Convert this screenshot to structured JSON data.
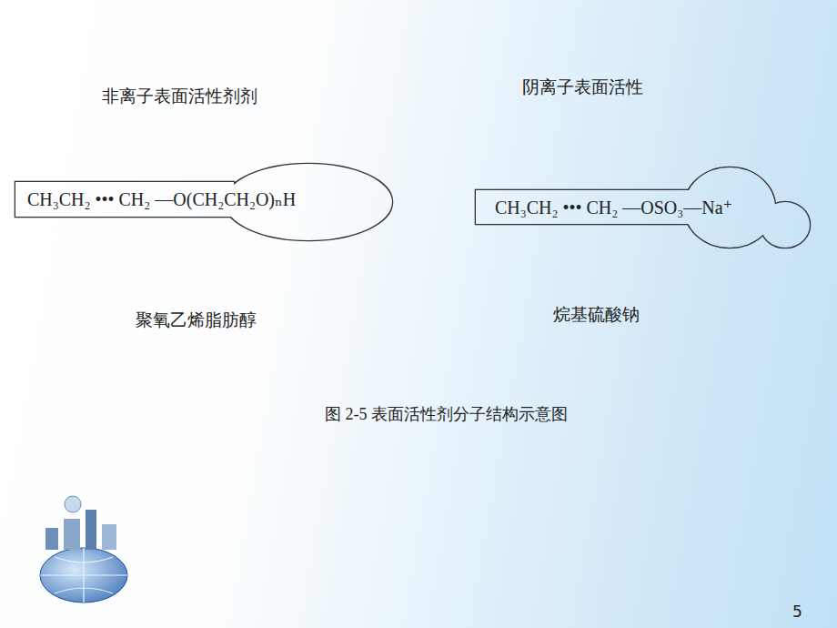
{
  "diagram": {
    "caption": "图 2-5 表面活性剂分子结构示意图",
    "nodes": [
      {
        "text": [
          "CH₃CH₂ ••• CH₂ —O(CH₂CH₂O)ₙH"
        ]
      },
      {
        "text": [
          "CH₃CH₂ ••• CH₂ —OSO₃—Na⁺"
        ]
      }
    ],
    "labels": [
      "非离子表面活性剂剂",
      "阴离子表面活性",
      "聚氧乙烯脂肪醇",
      "烷基硫酸钠",
      "5"
    ]
  }
}
